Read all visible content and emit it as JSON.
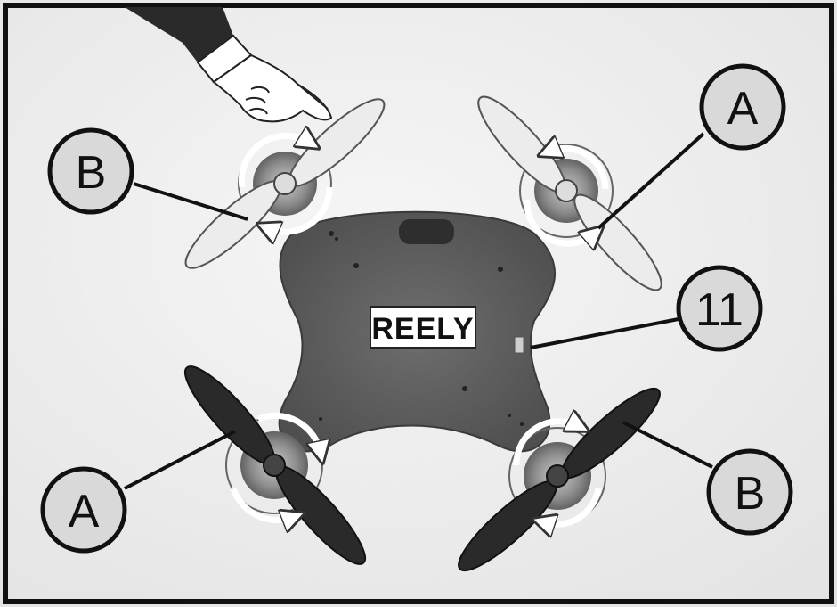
{
  "brand": {
    "logo_text": "REELY"
  },
  "callouts": {
    "top_left": "B",
    "top_right": "A",
    "connector": "11",
    "bottom_left": "A",
    "bottom_right": "B"
  }
}
